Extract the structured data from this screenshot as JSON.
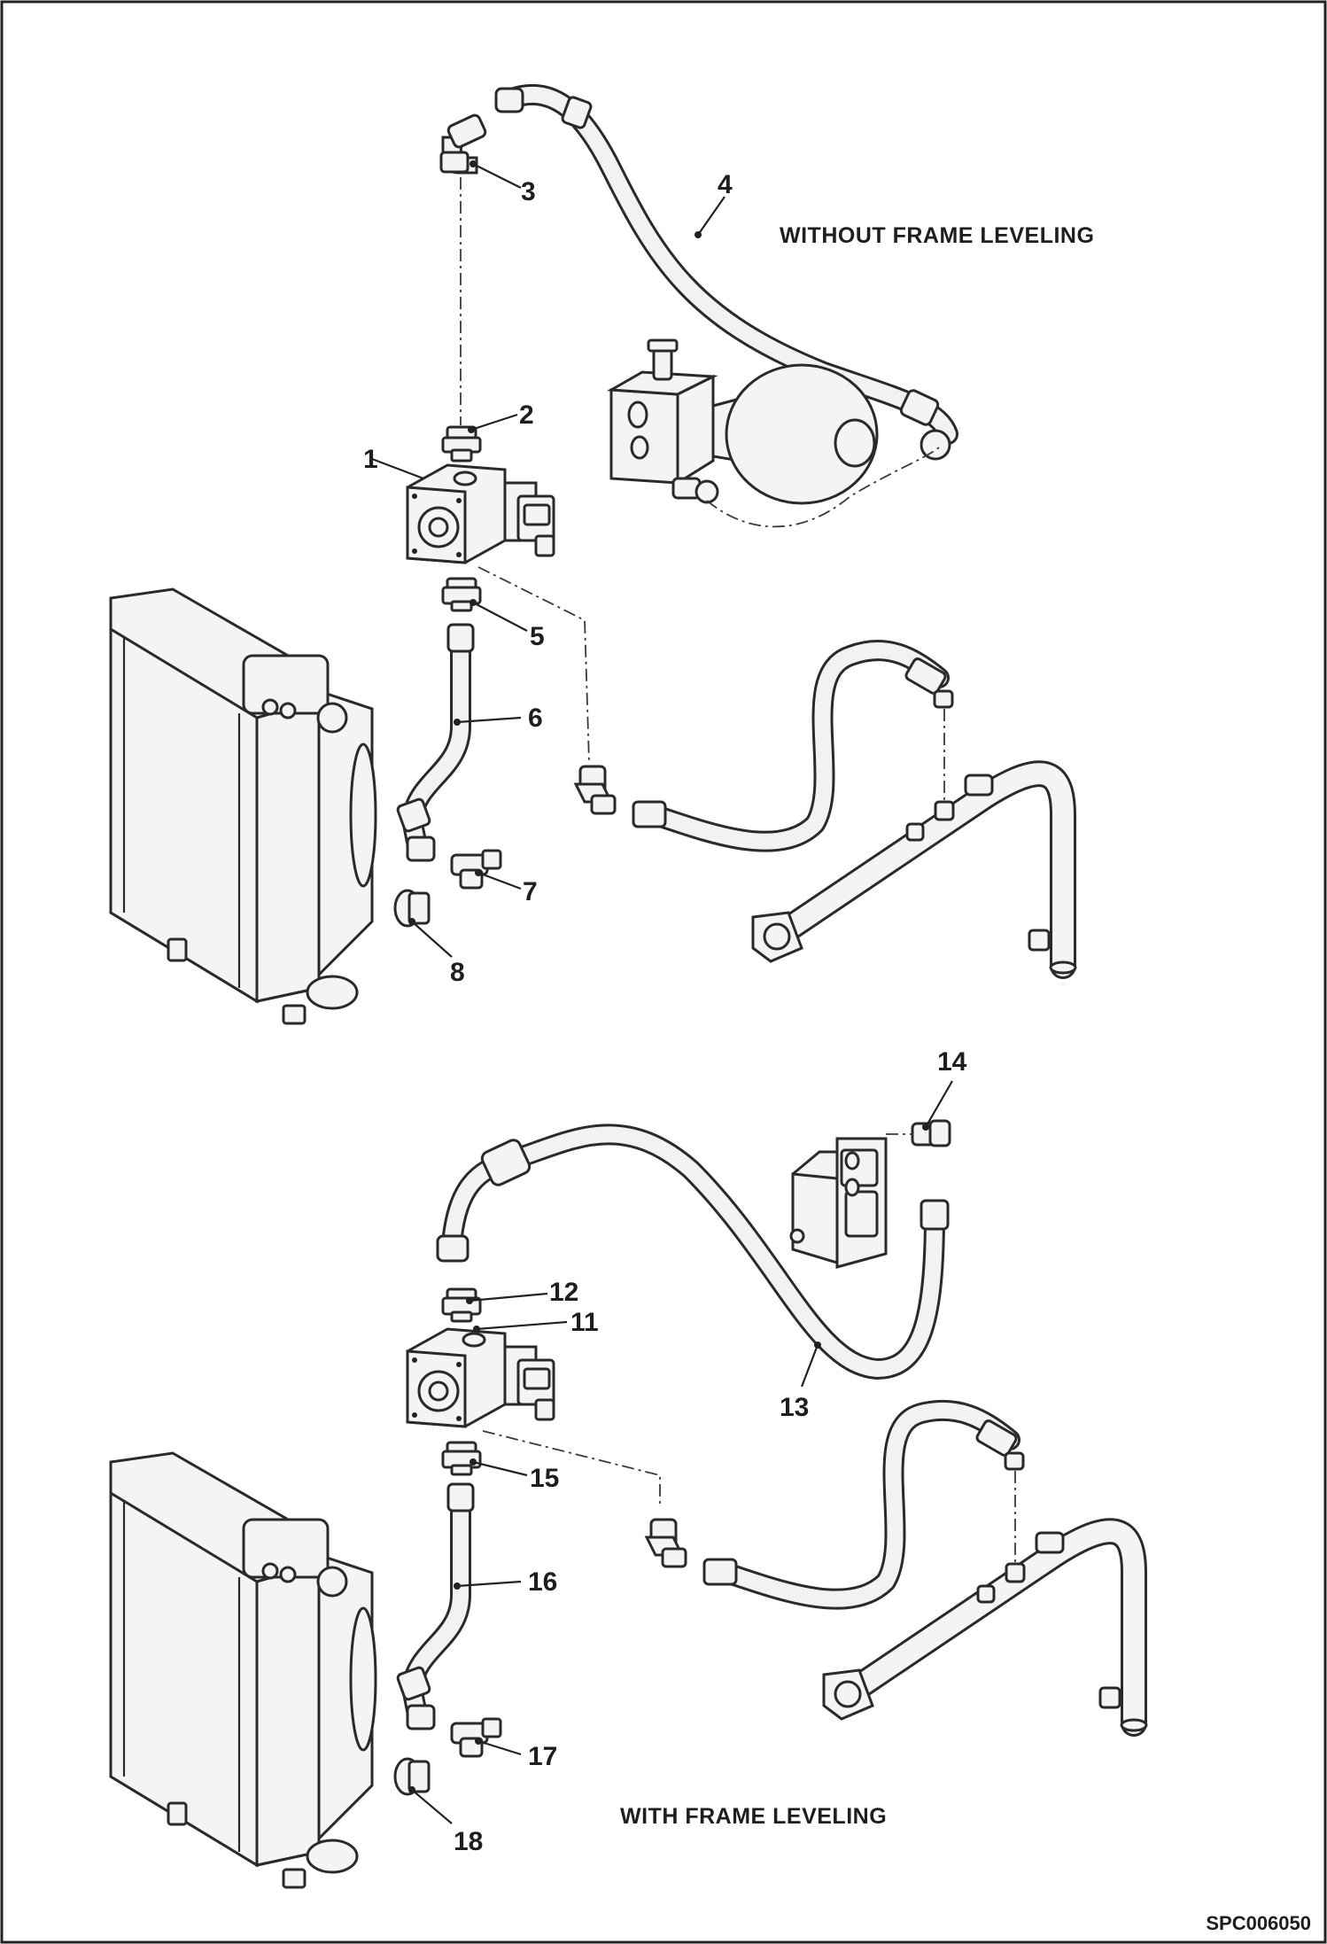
{
  "diagram": {
    "section_without": {
      "caption": "WITHOUT  FRAME LEVELING"
    },
    "section_with": {
      "caption": "WITH  FRAME LEVELING"
    },
    "drawing_code": "SPC006050",
    "callouts": [
      "1",
      "2",
      "3",
      "4",
      "5",
      "6",
      "7",
      "8",
      "11",
      "12",
      "13",
      "14",
      "15",
      "16",
      "17",
      "18"
    ]
  }
}
